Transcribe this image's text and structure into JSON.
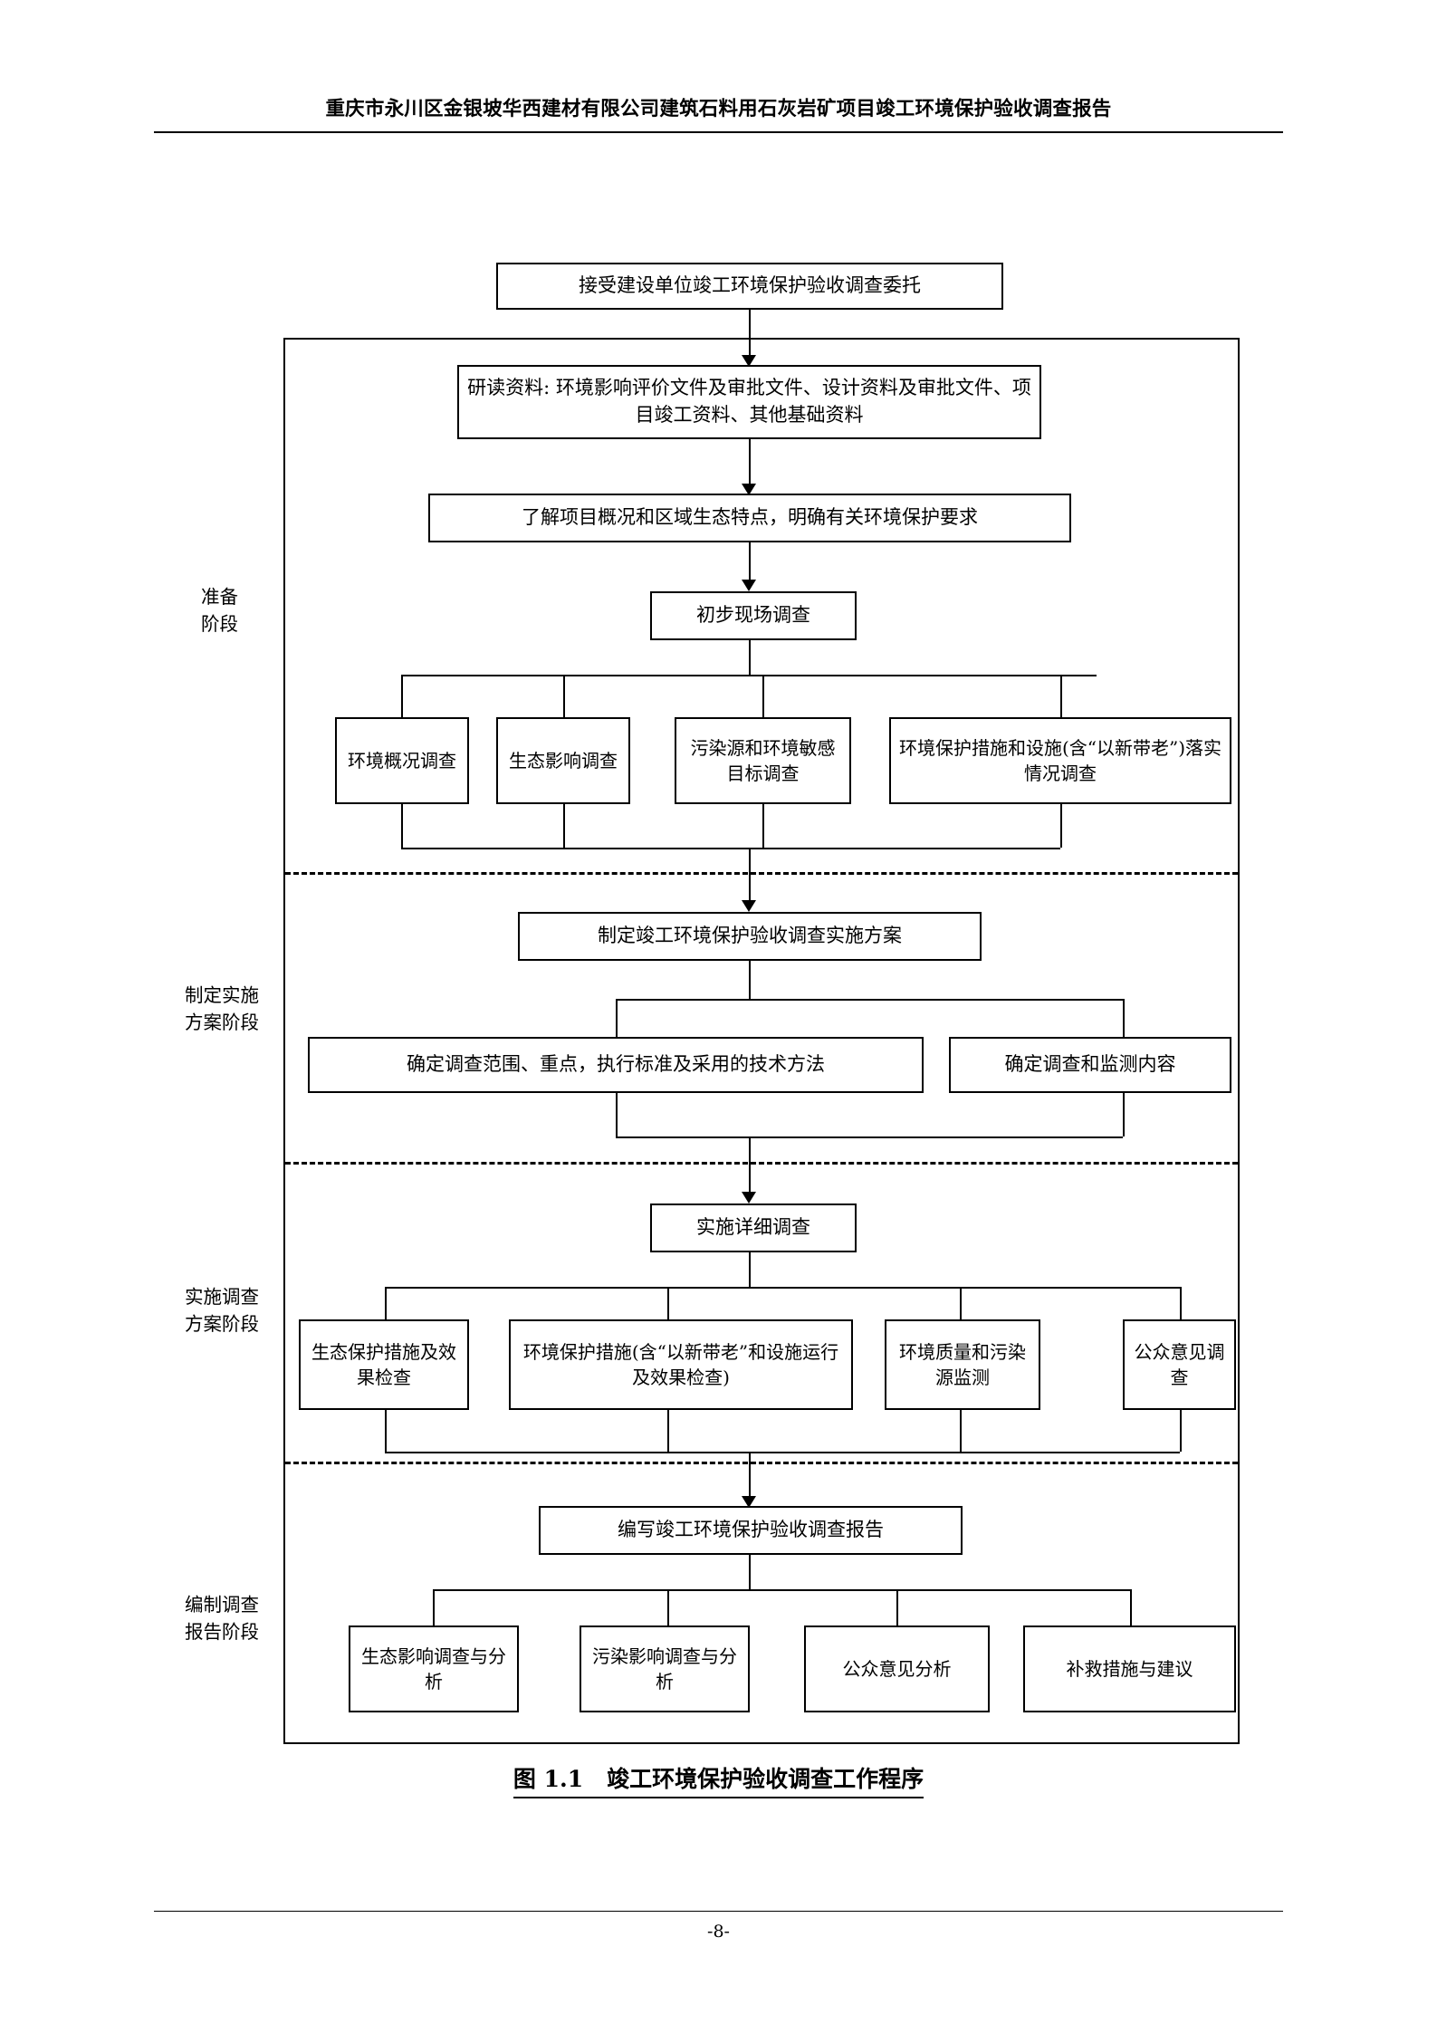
{
  "header": {
    "title": "重庆市永川区金银坡华西建材有限公司建筑石料用石灰岩矿项目竣工环境保护验收调查报告"
  },
  "footer": {
    "page_number": "-8-"
  },
  "caption": {
    "figure_number": "图 1.1",
    "figure_title": "竣工环境保护验收调查工作程序"
  },
  "flowchart": {
    "entry_node": "接受建设单位竣工环境保护验收调查委托",
    "stages": [
      {
        "label": "准备\n阶段",
        "nodes": [
          "研读资料: 环境影响评价文件及审批文件、设计资料及审批文件、项目竣工资料、其他基础资料",
          "了解项目概况和区域生态特点，明确有关环境保护要求",
          "初步现场调查"
        ],
        "branches": [
          "环境概况调查",
          "生态影响调查",
          "污染源和环境敏感目标调查",
          "环境保护措施和设施(含“以新带老”)落实情况调查"
        ]
      },
      {
        "label": "制定实施\n方案阶段",
        "nodes": [
          "制定竣工环境保护验收调查实施方案"
        ],
        "branches": [
          "确定调查范围、重点，执行标准及采用的技术方法",
          "确定调查和监测内容"
        ]
      },
      {
        "label": "实施调查\n方案阶段",
        "nodes": [
          "实施详细调查"
        ],
        "branches": [
          "生态保护措施及效果检查",
          "环境保护措施(含“以新带老”和设施运行及效果检查)",
          "环境质量和污染源监测",
          "公众意见调查"
        ]
      },
      {
        "label": "编制调查\n报告阶段",
        "nodes": [
          "编写竣工环境保护验收调查报告"
        ],
        "branches": [
          "生态影响调查与分析",
          "污染影响调查与分析",
          "公众意见分析",
          "补救措施与建议"
        ]
      }
    ]
  }
}
